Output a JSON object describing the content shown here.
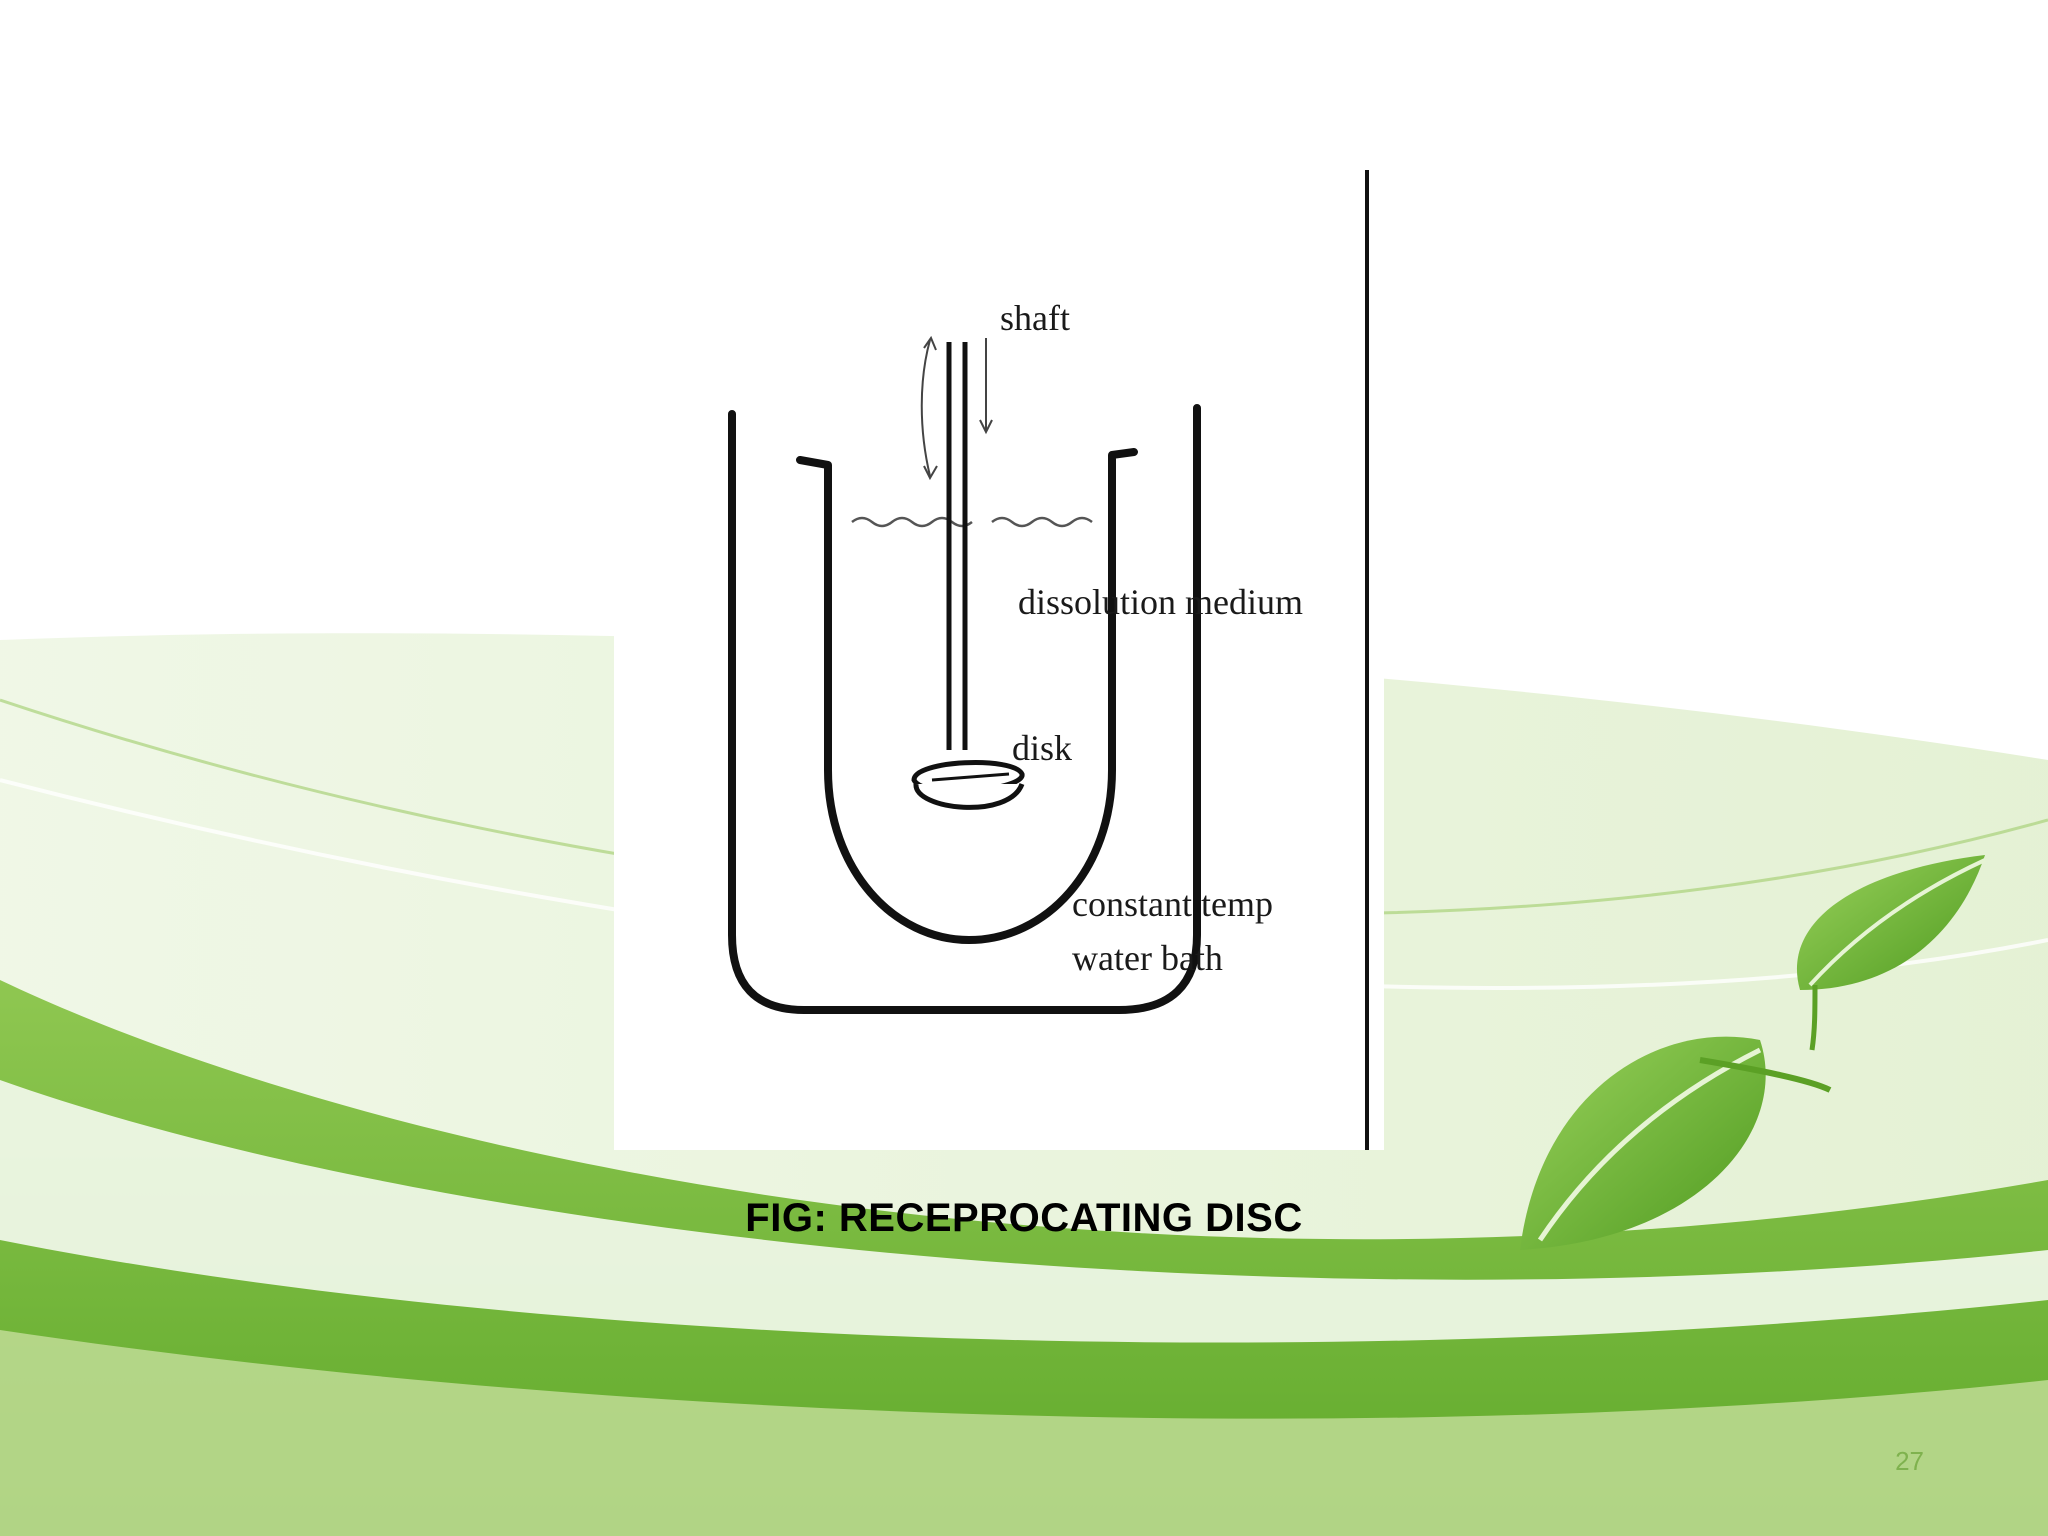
{
  "slide": {
    "caption": "FIG: RECEPROCATING DISC",
    "page_number": "27"
  },
  "diagram": {
    "labels": {
      "shaft": "shaft",
      "medium": "dissolution medium",
      "disk": "disk",
      "bath_line1": "constant temp",
      "bath_line2": "water bath"
    }
  },
  "theme": {
    "leaf_green": "#6fb52c",
    "light_green": "#c9e3a6",
    "deep_green": "#4e9a1f",
    "page_number_color": "#7fb24e"
  }
}
